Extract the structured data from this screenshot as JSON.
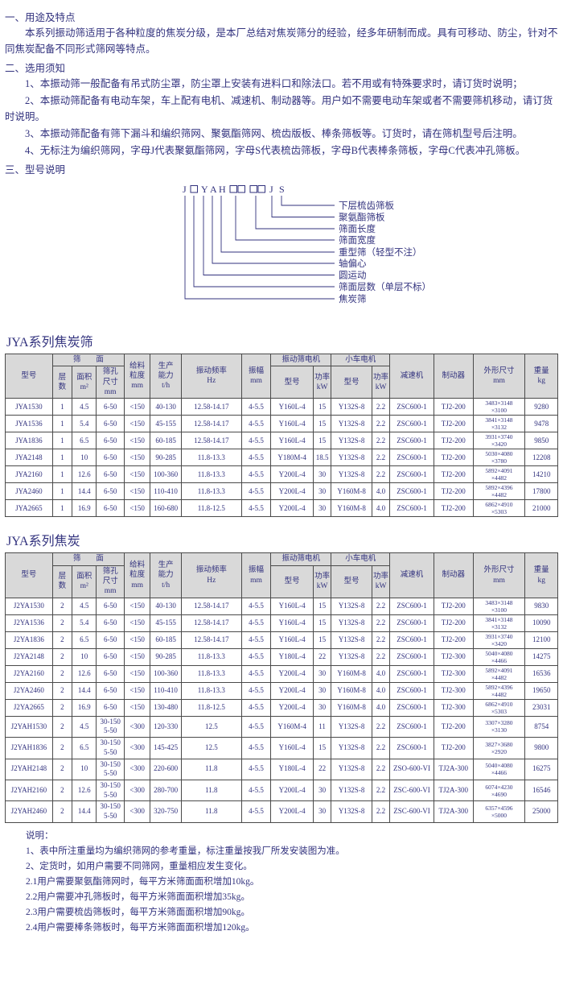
{
  "sections": {
    "usage": {
      "heading": "一、用途及特点",
      "body": "本系列振动筛适用于各种粒度的焦炭分级，是本厂总结对焦炭筛分的经验，经多年研制而成。具有可移动、防尘，针对不同焦炭配备不同形式筛网等特点。"
    },
    "selection": {
      "heading": "二、选用须知",
      "items": [
        "1、本振动筛一般配备有吊式防尘罩，防尘罩上安装有进料口和除法口。若不用或有特殊要求时，请订货时说明；",
        "2、本振动筛配备有电动车架，车上配有电机、减速机、制动器等。用户如不需要电动车架或者不需要筛机移动，请订货时说明。",
        "3、本振动筛配备有筛下漏斗和编织筛网、聚氨酯筛网、梳齿版板、棒条筛板等。订货时，请在筛机型号后注明。",
        "4、无标注为编织筛网，字母J代表聚氨酯筛网，字母S代表梳齿筛板，字母B代表棒条筛板，字母C代表冲孔筛板。"
      ]
    },
    "model": {
      "heading": "三、型号说明"
    }
  },
  "diagram": {
    "chars": [
      "J",
      "Y",
      "A",
      "H",
      "J",
      "S"
    ],
    "labels": [
      "下层梳齿筛板",
      "聚氨酯筛板",
      "筛面长度",
      "筛面宽度",
      "重型筛（轻型不注）",
      "轴偏心",
      "圆运动",
      "筛面层数（单层不标）",
      "焦炭筛"
    ]
  },
  "headers": {
    "model": "型号",
    "screen": "筛　　面",
    "layers": "层\n数",
    "area": "面积\nm²",
    "hole": "筛孔\n尺寸\nmm",
    "feed": "给料\n粒度\nmm",
    "capacity": "生产\n能力\nt/h",
    "freq": "振动频率\nHz",
    "amp": "振幅\nmm",
    "motor": "振动筛电机",
    "motor_model": "型号",
    "motor_power": "功率\nkW",
    "cart": "小车电机",
    "cart_model": "型号",
    "cart_power": "功率\nkW",
    "reducer": "减速机",
    "brake": "制动器",
    "dims": "外形尺寸\nmm",
    "weight": "重量\nkg"
  },
  "table1": {
    "title": "JYA系列焦炭筛",
    "rows": [
      [
        "JYA1530",
        "1",
        "4.5",
        "6-50",
        "<150",
        "40-130",
        "12.58-14.17",
        "4-5.5",
        "Y160L-4",
        "15",
        "Y132S-8",
        "2.2",
        "ZSC600-1",
        "TJ2-200",
        "3483×3148\n×3100",
        "9280"
      ],
      [
        "JYA1536",
        "1",
        "5.4",
        "6-50",
        "<150",
        "45-155",
        "12.58-14.17",
        "4-5.5",
        "Y160L-4",
        "15",
        "Y132S-8",
        "2.2",
        "ZSC600-1",
        "TJ2-200",
        "3841×3148\n×3132",
        "9478"
      ],
      [
        "JYA1836",
        "1",
        "6.5",
        "6-50",
        "<150",
        "60-185",
        "12.58-14.17",
        "4-5.5",
        "Y160L-4",
        "15",
        "Y132S-8",
        "2.2",
        "ZSC600-1",
        "TJ2-200",
        "3931×3740\n×3420",
        "9850"
      ],
      [
        "JYA2148",
        "1",
        "10",
        "6-50",
        "<150",
        "90-285",
        "11.8-13.3",
        "4-5.5",
        "Y180M-4",
        "18.5",
        "Y132S-8",
        "2.2",
        "ZSC600-1",
        "TJ2-200",
        "5030×4080\n×3780",
        "12208"
      ],
      [
        "JYA2160",
        "1",
        "12.6",
        "6-50",
        "<150",
        "100-360",
        "11.8-13.3",
        "4-5.5",
        "Y200L-4",
        "30",
        "Y132S-8",
        "2.2",
        "ZSC600-1",
        "TJ2-200",
        "5892×4091\n×4482",
        "14210"
      ],
      [
        "JYA2460",
        "1",
        "14.4",
        "6-50",
        "<150",
        "110-410",
        "11.8-13.3",
        "4-5.5",
        "Y200L-4",
        "30",
        "Y160M-8",
        "4.0",
        "ZSC600-1",
        "TJ2-200",
        "5892×4396\n×4482",
        "17800"
      ],
      [
        "JYA2665",
        "1",
        "16.9",
        "6-50",
        "<150",
        "160-680",
        "11.8-12.5",
        "4-5.5",
        "Y200L-4",
        "30",
        "Y160M-8",
        "4.0",
        "ZSC600-1",
        "TJ2-200",
        "6862×4910\n×5303",
        "21000"
      ]
    ]
  },
  "table2": {
    "title": "JYA系列焦炭",
    "rows": [
      [
        "J2YA1530",
        "2",
        "4.5",
        "6-50",
        "<150",
        "40-130",
        "12.58-14.17",
        "4-5.5",
        "Y160L-4",
        "15",
        "Y132S-8",
        "2.2",
        "ZSC600-1",
        "TJ2-200",
        "3483×3148\n×3100",
        "9830"
      ],
      [
        "J2YA1536",
        "2",
        "5.4",
        "6-50",
        "<150",
        "45-155",
        "12.58-14.17",
        "4-5.5",
        "Y160L-4",
        "15",
        "Y132S-8",
        "2.2",
        "ZSC600-1",
        "TJ2-200",
        "3841×3148\n×3132",
        "10090"
      ],
      [
        "J2YA1836",
        "2",
        "6.5",
        "6-50",
        "<150",
        "60-185",
        "12.58-14.17",
        "4-5.5",
        "Y160L-4",
        "15",
        "Y132S-8",
        "2.2",
        "ZSC600-1",
        "TJ2-200",
        "3931×3740\n×3420",
        "12100"
      ],
      [
        "J2YA2148",
        "2",
        "10",
        "6-50",
        "<150",
        "90-285",
        "11.8-13.3",
        "4-5.5",
        "Y180L-4",
        "22",
        "Y132S-8",
        "2.2",
        "ZSC600-1",
        "TJ2-300",
        "5040×4080\n×4466",
        "14275"
      ],
      [
        "J2YA2160",
        "2",
        "12.6",
        "6-50",
        "<150",
        "100-360",
        "11.8-13.3",
        "4-5.5",
        "Y200L-4",
        "30",
        "Y160M-8",
        "4.0",
        "ZSC600-1",
        "TJ2-300",
        "5892×4091\n×4482",
        "16536"
      ],
      [
        "J2YA2460",
        "2",
        "14.4",
        "6-50",
        "<150",
        "110-410",
        "11.8-13.3",
        "4-5.5",
        "Y200L-4",
        "30",
        "Y160M-8",
        "4.0",
        "ZSC600-1",
        "TJ2-300",
        "5892×4396\n×4482",
        "19650"
      ],
      [
        "J2YA2665",
        "2",
        "16.9",
        "6-50",
        "<150",
        "130-480",
        "11.8-12.5",
        "4-5.5",
        "Y200L-4",
        "30",
        "Y160M-8",
        "4.0",
        "ZSC600-1",
        "TJ2-300",
        "6862×4910\n×5303",
        "23031"
      ],
      [
        "J2YAH1530",
        "2",
        "4.5",
        "30-150\n5-50",
        "<300",
        "120-330",
        "12.5",
        "4-5.5",
        "Y160M-4",
        "11",
        "Y132S-8",
        "2.2",
        "ZSC600-1",
        "TJ2-200",
        "3307×3280\n×3130",
        "8754"
      ],
      [
        "J2YAH1836",
        "2",
        "6.5",
        "30-150\n5-50",
        "<300",
        "145-425",
        "12.5",
        "4-5.5",
        "Y160L-4",
        "15",
        "Y132S-8",
        "2.2",
        "ZSC600-1",
        "TJ2-200",
        "3827×3680\n×2920",
        "9800"
      ],
      [
        "J2YAH2148",
        "2",
        "10",
        "30-150\n5-50",
        "<300",
        "220-600",
        "11.8",
        "4-5.5",
        "Y180L-4",
        "22",
        "Y132S-8",
        "2.2",
        "ZSO-600-VI",
        "TJ2A-300",
        "5040×4080\n×4466",
        "16275"
      ],
      [
        "J2YAH2160",
        "2",
        "12.6",
        "30-150\n5-50",
        "<300",
        "280-700",
        "11.8",
        "4-5.5",
        "Y200L-4",
        "30",
        "Y132S-8",
        "2.2",
        "ZSC-600-VI",
        "TJ2A-300",
        "6074×4230\n×4690",
        "16546"
      ],
      [
        "J2YAH2460",
        "2",
        "14.4",
        "30-150\n5-50",
        "<300",
        "320-750",
        "11.8",
        "4-5.5",
        "Y200L-4",
        "30",
        "Y132S-8",
        "2.2",
        "ZSC-600-VI",
        "TJ2A-300",
        "6357×4596\n×5000",
        "25000"
      ]
    ]
  },
  "notes": {
    "heading": "说明：",
    "items": [
      "1、表中所注重量均为编织筛网的参考重量，标注重量按我厂所发安装图为准。",
      "2、定货时，如用户需要不同筛网，重量相应发生变化。",
      "2.1用户需要聚氨酯筛网时，每平方米筛面面积增加10kg。",
      "2.2用户需要冲孔筛板时，每平方米筛面面积增加35kg。",
      "2.3用户需要梳齿筛板时，每平方米筛面面积增加90kg。",
      "2.4用户需要棒条筛板时，每平方米筛面面积增加120kg。"
    ]
  }
}
